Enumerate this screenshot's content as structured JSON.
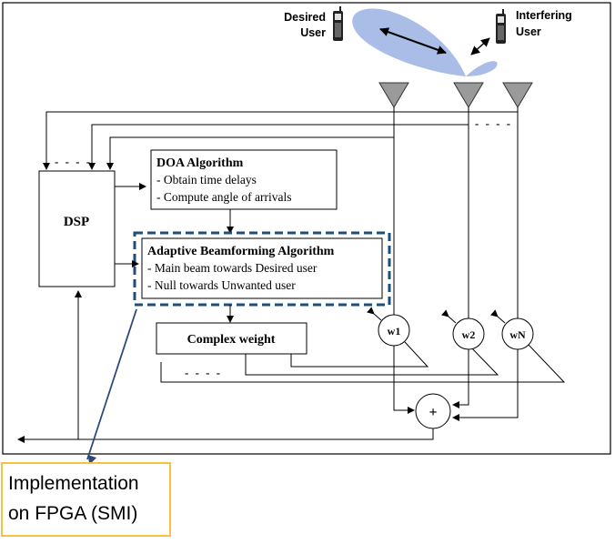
{
  "users": {
    "desired": [
      "Desired",
      "User"
    ],
    "interfering": [
      "Interfering",
      "User"
    ]
  },
  "dsp": {
    "label": "DSP"
  },
  "doa": {
    "title": "DOA Algorithm",
    "lines": [
      "- Obtain time delays",
      "- Compute angle of arrivals"
    ]
  },
  "beamforming": {
    "title": "Adaptive Beamforming Algorithm",
    "lines": [
      "- Main beam towards Desired user",
      "- Null towards Unwanted user"
    ]
  },
  "complex_weight": {
    "label": "Complex weight"
  },
  "weights": [
    "w1",
    "w2",
    "wN"
  ],
  "summer": {
    "label": "+"
  },
  "ellipsis": "- - - -",
  "callout": {
    "lines": [
      "Implementation",
      "on FPGA (SMI)"
    ]
  },
  "colors": {
    "beam": "#a9bde6",
    "highlight_dash": "#1f4e79",
    "callout_border": "#f5c242",
    "arrow_blue": "#2e4a7a"
  }
}
